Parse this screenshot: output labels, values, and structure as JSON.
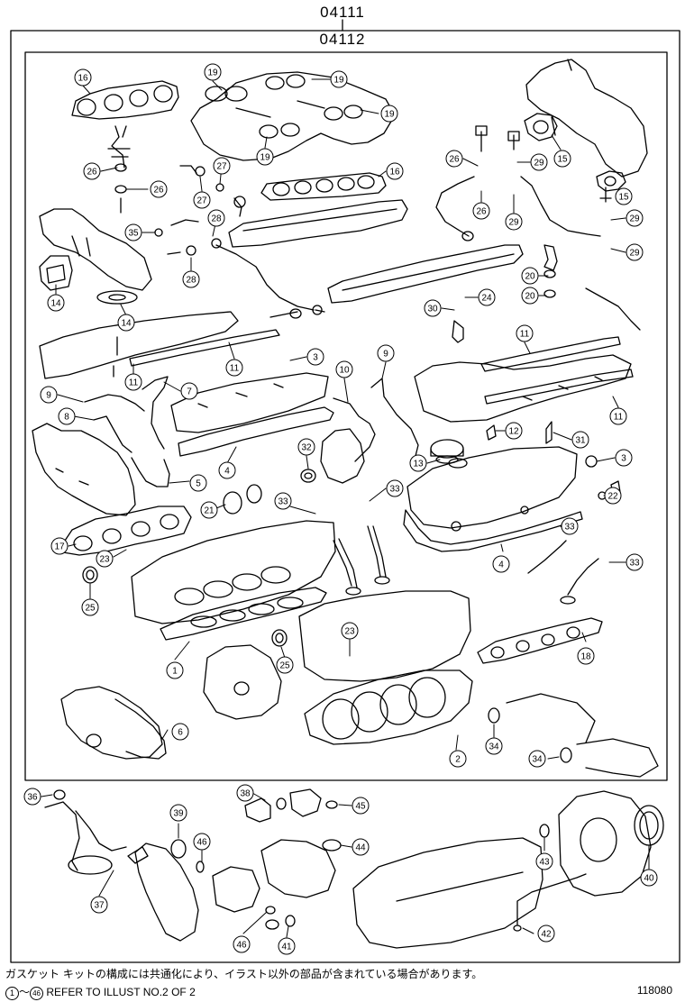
{
  "kits": {
    "outer_code": "04111",
    "inner_code": "04112"
  },
  "callouts": [
    {
      "n": "16"
    },
    {
      "n": "19"
    },
    {
      "n": "19"
    },
    {
      "n": "19"
    },
    {
      "n": "19"
    },
    {
      "n": "16"
    },
    {
      "n": "26"
    },
    {
      "n": "26"
    },
    {
      "n": "27"
    },
    {
      "n": "27"
    },
    {
      "n": "28"
    },
    {
      "n": "28"
    },
    {
      "n": "35"
    },
    {
      "n": "14"
    },
    {
      "n": "14"
    },
    {
      "n": "26"
    },
    {
      "n": "26"
    },
    {
      "n": "29"
    },
    {
      "n": "29"
    },
    {
      "n": "29"
    },
    {
      "n": "29"
    },
    {
      "n": "15"
    },
    {
      "n": "15"
    },
    {
      "n": "20"
    },
    {
      "n": "20"
    },
    {
      "n": "24"
    },
    {
      "n": "30"
    },
    {
      "n": "3"
    },
    {
      "n": "11"
    },
    {
      "n": "11"
    },
    {
      "n": "9"
    },
    {
      "n": "10"
    },
    {
      "n": "11"
    },
    {
      "n": "11"
    },
    {
      "n": "7"
    },
    {
      "n": "9"
    },
    {
      "n": "8"
    },
    {
      "n": "4"
    },
    {
      "n": "5"
    },
    {
      "n": "12"
    },
    {
      "n": "31"
    },
    {
      "n": "32"
    },
    {
      "n": "13"
    },
    {
      "n": "3"
    },
    {
      "n": "21"
    },
    {
      "n": "33"
    },
    {
      "n": "33"
    },
    {
      "n": "22"
    },
    {
      "n": "17"
    },
    {
      "n": "23"
    },
    {
      "n": "25"
    },
    {
      "n": "4"
    },
    {
      "n": "33"
    },
    {
      "n": "33"
    },
    {
      "n": "18"
    },
    {
      "n": "23"
    },
    {
      "n": "1"
    },
    {
      "n": "25"
    },
    {
      "n": "6"
    },
    {
      "n": "2"
    },
    {
      "n": "34"
    },
    {
      "n": "34"
    },
    {
      "n": "36"
    },
    {
      "n": "38"
    },
    {
      "n": "45"
    },
    {
      "n": "39"
    },
    {
      "n": "46"
    },
    {
      "n": "44"
    },
    {
      "n": "37"
    },
    {
      "n": "43"
    },
    {
      "n": "40"
    },
    {
      "n": "46"
    },
    {
      "n": "41"
    },
    {
      "n": "42"
    }
  ],
  "notes": {
    "japanese": "ガスケット キットの構成には共通化により、イラスト以外の部品が含まれている場合があります。",
    "circle_start": "1",
    "range_text": "～",
    "circle_end": "46",
    "refer": "REFER TO ILLUST NO.2 OF 2"
  },
  "illustration_number": "118080"
}
